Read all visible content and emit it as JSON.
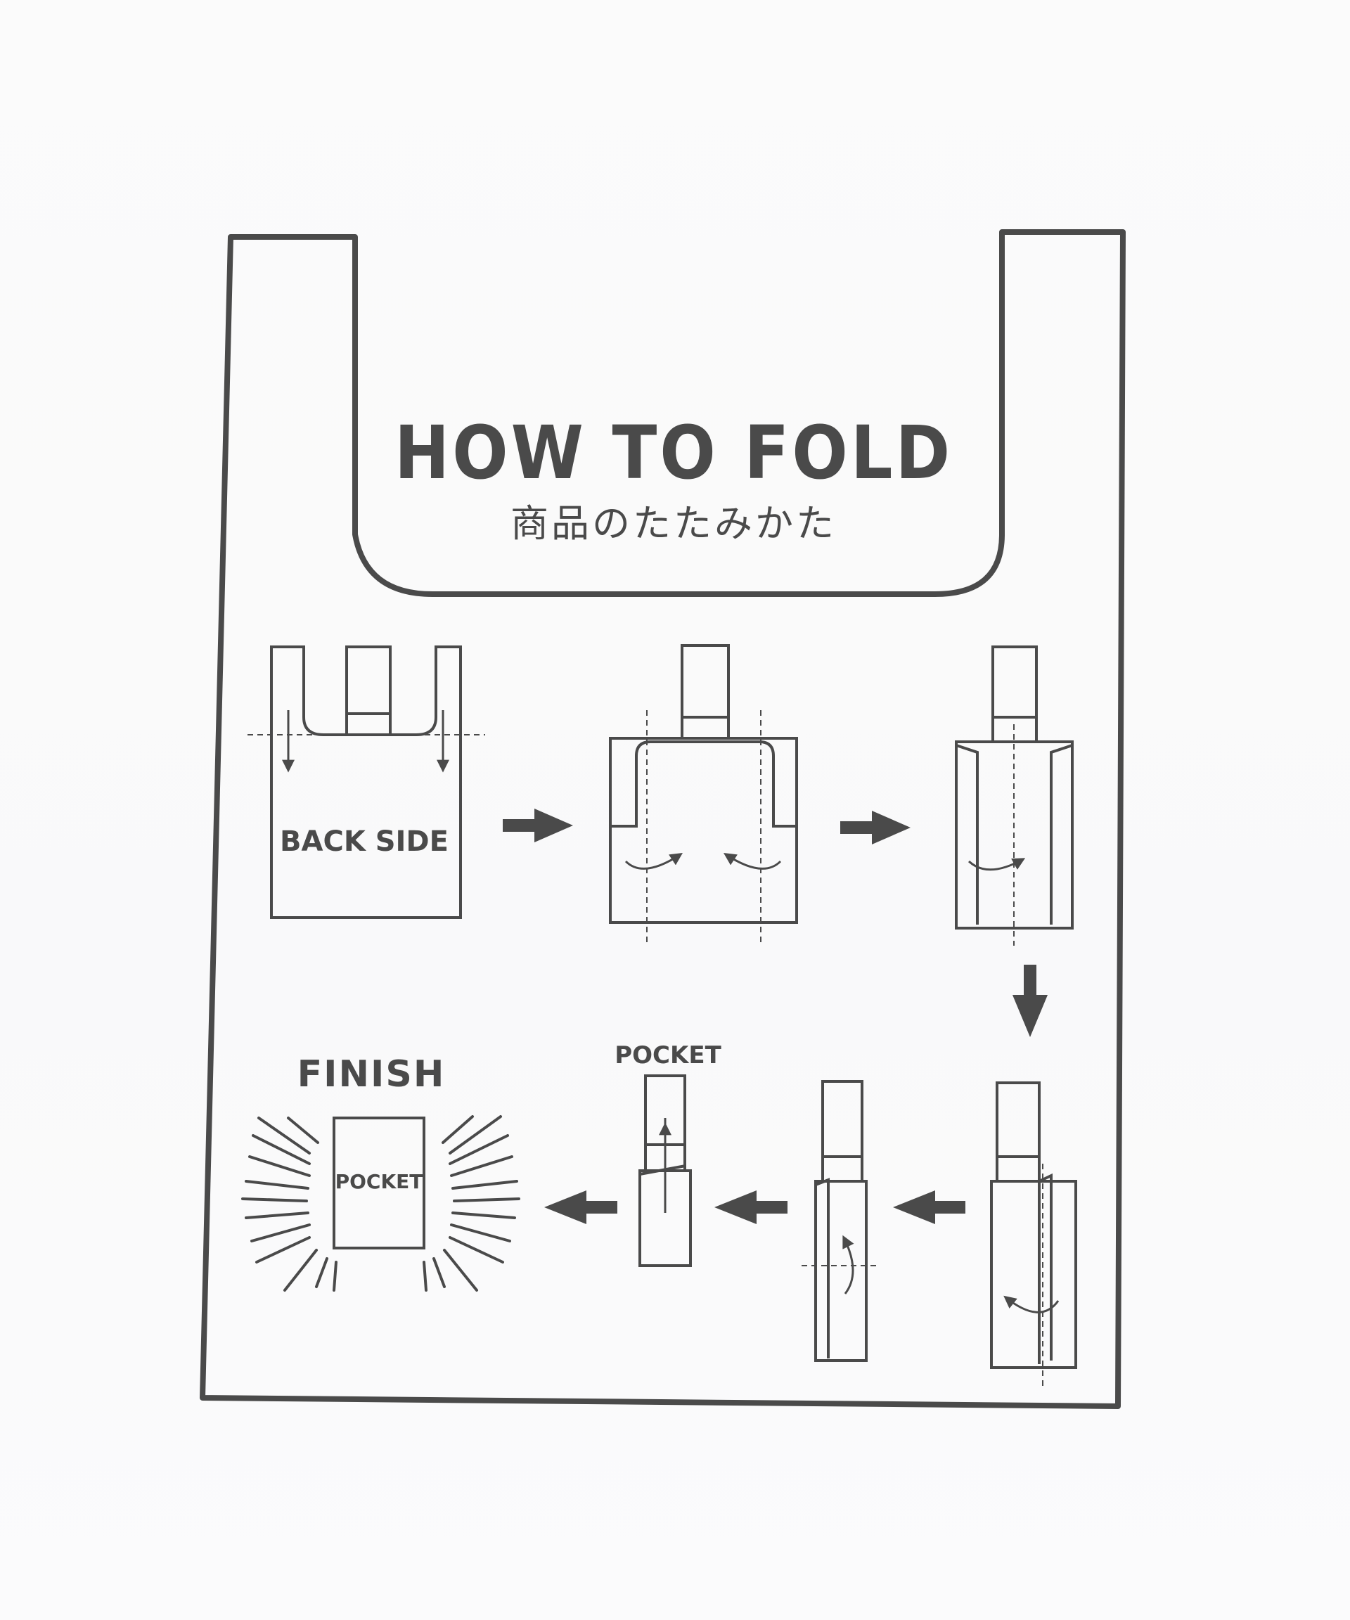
{
  "title": "HOW TO FOLD",
  "subtitle": "商品のたたみかた",
  "steps": {
    "back_side_label": "BACK SIDE",
    "pocket_label": "POCKET",
    "finish_label": "FINISH",
    "finish_pocket_label": "POCKET"
  },
  "colors": {
    "outline": "#4a4a4a",
    "paper": "#fafafa"
  }
}
